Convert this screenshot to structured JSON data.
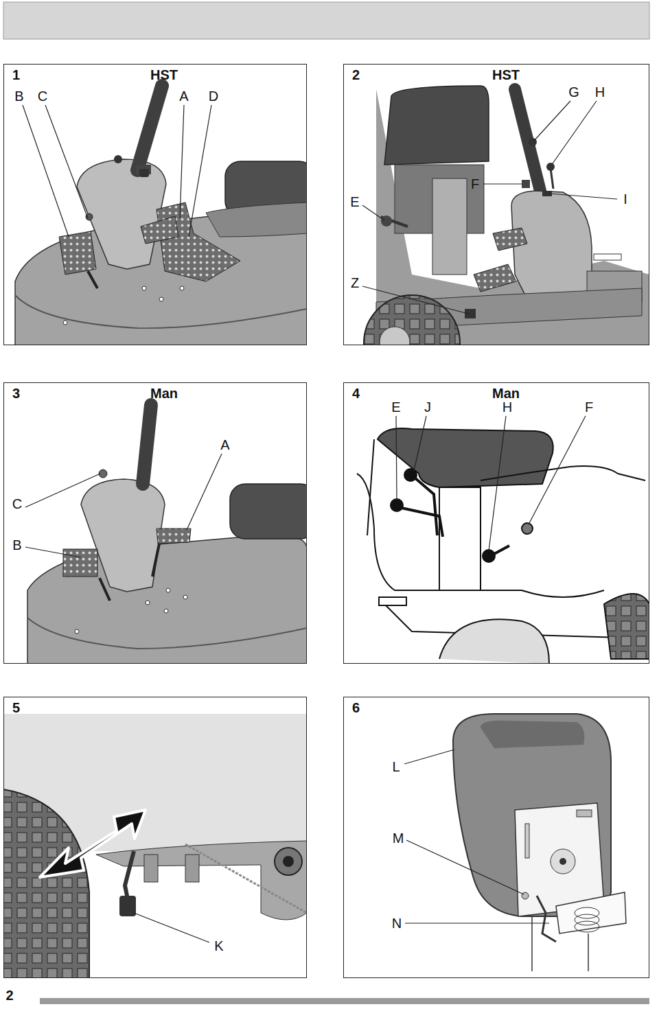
{
  "diagram": {
    "nodes": [
      {
        "text": [
          "1",
          "HST"
        ]
      },
      {
        "text": [
          "2",
          "HST"
        ]
      },
      {
        "text": [
          "3",
          "Man"
        ]
      },
      {
        "text": [
          "4",
          "Man"
        ]
      },
      {
        "text": [
          "5"
        ]
      },
      {
        "text": [
          "6"
        ]
      }
    ],
    "labels": [
      "B",
      "C",
      "A",
      "D",
      "G",
      "H",
      "E",
      "F",
      "I",
      "Z",
      "A",
      "C",
      "B",
      "E",
      "J",
      "H",
      "F",
      "K",
      "L",
      "M",
      "N",
      "2"
    ]
  }
}
